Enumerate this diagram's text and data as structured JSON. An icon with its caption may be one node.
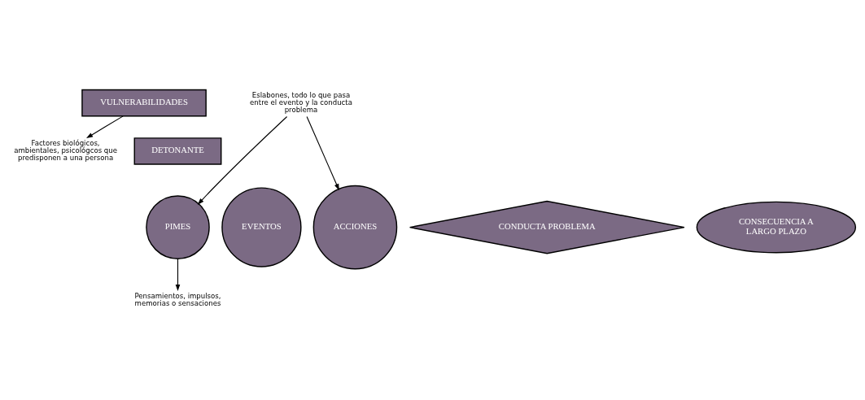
{
  "diagram": {
    "nodes": [
      {
        "text": [
          "VULNERABILIDADES"
        ]
      },
      {
        "text": [
          "Factores biológicos, ambientales, psicológcos que predisponen a una persona"
        ]
      },
      {
        "text": [
          "DETONANTE"
        ]
      },
      {
        "text": [
          "PIMES"
        ]
      },
      {
        "text": [
          "Pensamientos, impulsos, memorias o sensaciones"
        ]
      },
      {
        "text": [
          "EVENTOS"
        ]
      },
      {
        "text": [
          "ACCIONES"
        ]
      },
      {
        "text": [
          "Eslabones, todo lo que pasa entre el evento y la conducta problema"
        ]
      },
      {
        "text": [
          "CONDUCTA PROBLEMA"
        ]
      },
      {
        "text": [
          "CONSECUENCIA A LARGO PLAZO"
        ]
      }
    ],
    "edges": [
      {
        "from": 0,
        "to": 1,
        "arrow": "to"
      },
      {
        "from": 3,
        "to": 4,
        "arrow": "to"
      },
      {
        "from": 7,
        "to": 3,
        "arrow": "to"
      },
      {
        "from": 7,
        "to": 6,
        "arrow": "to"
      }
    ]
  }
}
